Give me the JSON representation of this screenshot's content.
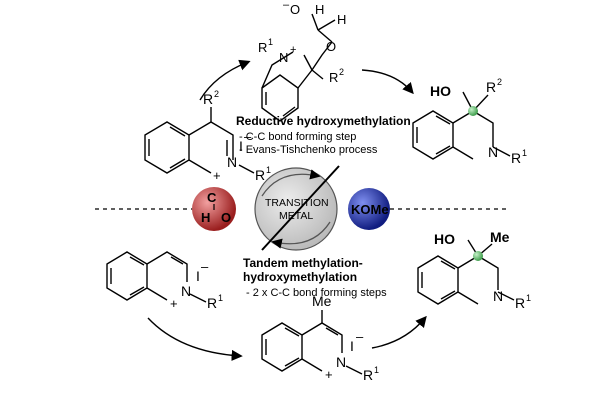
{
  "upper": {
    "title": "Reductive hydroxymethylation",
    "points": [
      "- C-C bond forming step",
      "- Evans-Tishchenko process"
    ]
  },
  "lower": {
    "title_line1": "Tandem methylation-",
    "title_line2": "hydroxymethylation",
    "points": [
      "- 2 x C-C bond forming steps"
    ]
  },
  "center": {
    "line1": "TRANSITION",
    "line2": "METAL",
    "left_sphere": {
      "text_h": "H",
      "text_c": "C",
      "text_o": "O",
      "color": "#b22b2b"
    },
    "right_sphere": {
      "text": "KOMe",
      "color": "#1a2fa0"
    }
  },
  "atoms": {
    "R1": "R",
    "R2": "R",
    "sup1": "1",
    "sup2": "2",
    "I": "I",
    "minus": "–",
    "plus": "+",
    "N": "N",
    "HO": "HO",
    "Me": "Me",
    "O": "O",
    "H": "H"
  },
  "colors": {
    "green_stereocenter": "#5bbd6a",
    "grey_metal": "#c8c8c8"
  }
}
